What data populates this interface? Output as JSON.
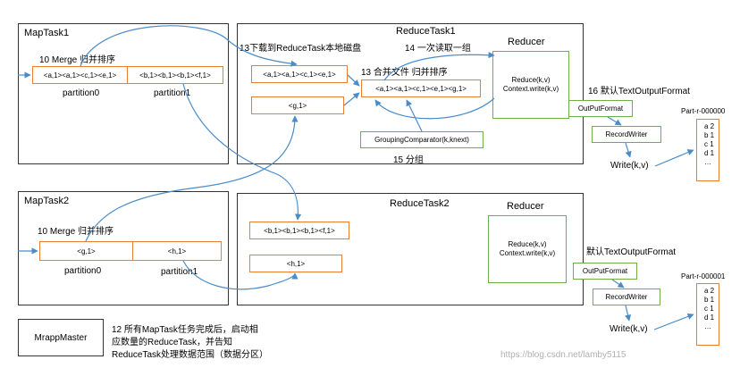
{
  "maptask1": {
    "title": "MapTask1",
    "merge_label": "10 Merge 归并排序",
    "p0_content": "<a,1><a,1><c,1><e,1>",
    "p1_content": "<b,1><b,1><b,1><f,1>",
    "p0_label": "partition0",
    "p1_label": "partition1"
  },
  "maptask2": {
    "title": "MapTask2",
    "merge_label": "10 Merge 归并排序",
    "p0_content": "<g,1>",
    "p1_content": "<h,1>",
    "p0_label": "partition0",
    "p1_label": "partition1"
  },
  "reducetask1": {
    "title": "ReduceTask1",
    "download_label": "13下载到ReduceTask本地磁盘",
    "read_group_label": "14 一次读取一组",
    "merge_files_label": "13 合并文件 归并排序",
    "box_a": "<a,1><a,1><c,1><e,1>",
    "box_g": "<g,1>",
    "merged": "<a,1><a,1><c,1><e,1><g,1>",
    "grouping": "GroupingComparator(k,knext)",
    "grouping_label": "15 分组",
    "reducer_title": "Reducer",
    "reduce_line1": "Reduce(k,v)",
    "reduce_line2": "Context.write(k,v)",
    "output_label": "16 默认TextOutputFormat",
    "output_format": "OutPutFormat",
    "record_writer": "RecordWriter",
    "write": "Write(k,v)",
    "file_name": "Part-r-000000",
    "file_lines": [
      "a 2",
      "b 1",
      "c 1",
      "d 1",
      "…"
    ]
  },
  "reducetask2": {
    "title": "ReduceTask2",
    "box_b": "<b,1><b,1><b,1><f,1>",
    "box_h": "<h,1>",
    "reducer_title": "Reducer",
    "reduce_line1": "Reduce(k,v)",
    "reduce_line2": "Context.write(k,v)",
    "output_label": "默认TextOutputFormat",
    "output_format": "OutPutFormat",
    "record_writer": "RecordWriter",
    "write": "Write(k,v)",
    "file_name": "Part-r-000001",
    "file_lines": [
      "a 2",
      "b 1",
      "c 1",
      "d 1",
      "…"
    ]
  },
  "master": {
    "label": "MrappMaster",
    "note_line1": "12 所有MapTask任务完成后，启动相",
    "note_line2": "应数量的ReduceTask，并告知",
    "note_line3": "ReduceTask处理数据范围（数据分区）"
  },
  "watermark": "https://blog.csdn.net/lamby5115",
  "colors": {
    "partition_border": "#ed7d31",
    "reducer_border": "#70ad47",
    "arrow": "#4a8cc8"
  }
}
